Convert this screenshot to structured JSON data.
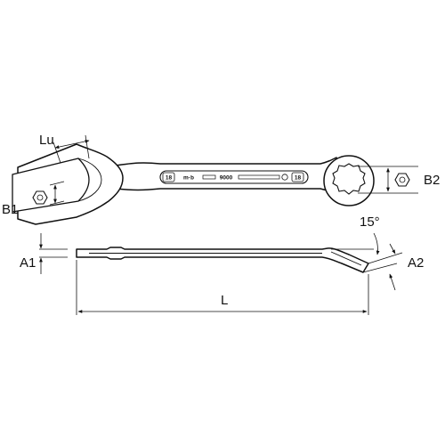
{
  "labels": {
    "lu": "Lu",
    "b1": "B1",
    "b2": "B2",
    "a1": "A1",
    "a2": "A2",
    "angle": "15°",
    "length": "L"
  },
  "markings": {
    "size_left": "18",
    "brand": "m·b",
    "model": "9000",
    "size_right": "18"
  },
  "colors": {
    "line": "#111111",
    "background": "#ffffff"
  }
}
